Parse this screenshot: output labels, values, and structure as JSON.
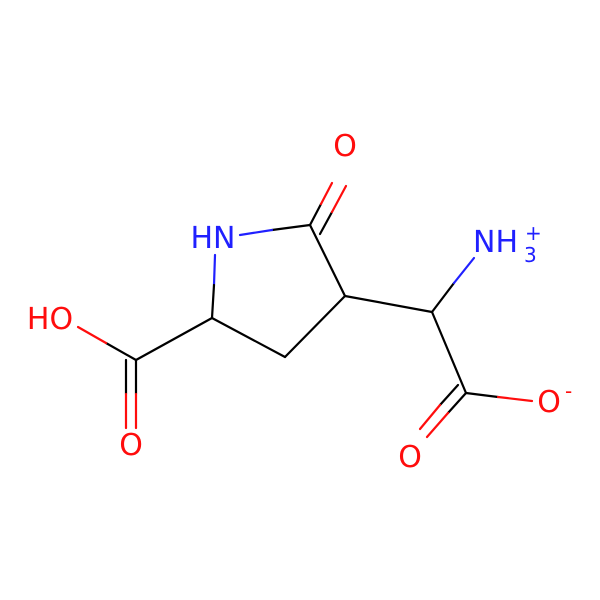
{
  "molecule": {
    "atoms": [
      {
        "id": "c_ring_co",
        "element": "C"
      },
      {
        "id": "o_ring_co",
        "element": "O",
        "label": "O",
        "color": "#ff0d0d"
      },
      {
        "id": "n_ring",
        "element": "N",
        "label": "HN",
        "color": "#2020ff"
      },
      {
        "id": "c_ring_alpha",
        "element": "C"
      },
      {
        "id": "c_ring_ch2",
        "element": "C"
      },
      {
        "id": "c_ring_ch",
        "element": "C"
      },
      {
        "id": "c_side_alpha",
        "element": "C"
      },
      {
        "id": "n_ammonium",
        "element": "N",
        "label": "NH",
        "sub": "3",
        "sup": "+",
        "color": "#2020ff"
      },
      {
        "id": "c_carboxylate",
        "element": "C"
      },
      {
        "id": "o_carboxylate_minus",
        "element": "O",
        "label": "O",
        "sup": "-",
        "color": "#ff0d0d"
      },
      {
        "id": "o_carboxylate_double",
        "element": "O",
        "label": "O",
        "color": "#ff0d0d"
      },
      {
        "id": "c_acid",
        "element": "C"
      },
      {
        "id": "o_acid_oh",
        "element": "O",
        "label": "HO",
        "color": "#ff0d0d"
      },
      {
        "id": "o_acid_double",
        "element": "O",
        "label": "O",
        "color": "#ff0d0d"
      }
    ],
    "bonds": [
      {
        "from": "c_ring_co",
        "to": "o_ring_co",
        "order": 2
      },
      {
        "from": "c_ring_co",
        "to": "n_ring",
        "order": 1
      },
      {
        "from": "c_ring_co",
        "to": "c_ring_ch",
        "order": 1
      },
      {
        "from": "n_ring",
        "to": "c_ring_alpha",
        "order": 1
      },
      {
        "from": "c_ring_alpha",
        "to": "c_ring_ch2",
        "order": 1
      },
      {
        "from": "c_ring_ch2",
        "to": "c_ring_ch",
        "order": 1
      },
      {
        "from": "c_ring_ch",
        "to": "c_side_alpha",
        "order": 1
      },
      {
        "from": "c_side_alpha",
        "to": "n_ammonium",
        "order": 1
      },
      {
        "from": "c_side_alpha",
        "to": "c_carboxylate",
        "order": 1
      },
      {
        "from": "c_carboxylate",
        "to": "o_carboxylate_minus",
        "order": 1
      },
      {
        "from": "c_carboxylate",
        "to": "o_carboxylate_double",
        "order": 2
      },
      {
        "from": "c_ring_alpha",
        "to": "c_acid",
        "order": 1
      },
      {
        "from": "c_acid",
        "to": "o_acid_oh",
        "order": 1
      },
      {
        "from": "c_acid",
        "to": "o_acid_double",
        "order": 2
      }
    ],
    "colors": {
      "carbon_bond": "#000000",
      "oxygen": "#ff0d0d",
      "nitrogen": "#2020ff"
    }
  }
}
